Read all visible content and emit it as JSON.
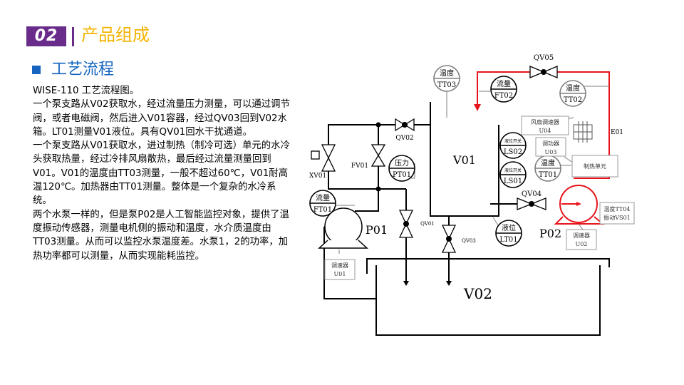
{
  "header": {
    "section_number": "02",
    "section_title": "产品组成",
    "subtitle": "工艺流程"
  },
  "description": [
    "WISE-110 工艺流程图。",
    "一个泵支路从V02获取水，经过流量压力测量，可以通过调节阀，或者电磁阀，然后进入V01容器，经过QV03回到V02水箱。LT01测量V01液位。具有QV01回水干扰通道。",
    "一个泵支路从V01获取水，进过制热（制冷可选）单元的水冷头获取热量，经过冷排风扇散热，最后经过流量测量回到V01。V01的温度由TT03测量，一般不超过60℃，V01耐高温120℃。加热器由TT01测量。整体是一个复杂的水冷系统。",
    "两个水泵一样的，但是泵P02是人工智能监控对象，提供了温度振动传感器，测量电机侧的振动和温度，水介质温度由TT03测量。从而可以监控水泵温度差。水泵1，2的功率，加热功率都可以测量，从而实现能耗监控。"
  ],
  "diagram": {
    "colors": {
      "line": "#000000",
      "highlight": "#e8141c",
      "thin": "#7f7f7f",
      "box_border": "#9a9a9a"
    },
    "vessels": {
      "v01": "V01",
      "v02": "V02"
    },
    "pumps": {
      "p01": "P01",
      "p02": "P02"
    },
    "valves": {
      "qv01": "QV01",
      "qv02": "QV02",
      "qv03": "QV03",
      "qv04": "QV04",
      "qv05": "QV05",
      "xv01": "XV01",
      "fv01": "FV01"
    },
    "instruments": {
      "tt03": {
        "top": "温度",
        "bottom": "TT03"
      },
      "ft02": {
        "top": "流量",
        "bottom": "FT02"
      },
      "tt02": {
        "top": "温度",
        "bottom": "TT02"
      },
      "ls02": {
        "top": "液位开关",
        "bottom": "LS02"
      },
      "ls01": {
        "top": "液位开关",
        "bottom": "LS01"
      },
      "tt01": {
        "top": "温度",
        "bottom": "TT01"
      },
      "pt01": {
        "top": "压力",
        "bottom": "PT01"
      },
      "ft01": {
        "top": "流量",
        "bottom": "FT01"
      },
      "lt01": {
        "top": "液位",
        "bottom": "LT01"
      }
    },
    "boxes": {
      "u04": {
        "line1": "风扇调速器",
        "line2": "U04"
      },
      "u03": {
        "line1": "调功器",
        "line2": "U03"
      },
      "heater": {
        "line1": "制热单元"
      },
      "u01": {
        "line1": "调速器",
        "line2": "U01"
      },
      "u02": {
        "line1": "调速器",
        "line2": "U02"
      },
      "sensor": {
        "line1": "温度TT04",
        "line2": "振动VS01"
      }
    },
    "fan": "E01"
  }
}
